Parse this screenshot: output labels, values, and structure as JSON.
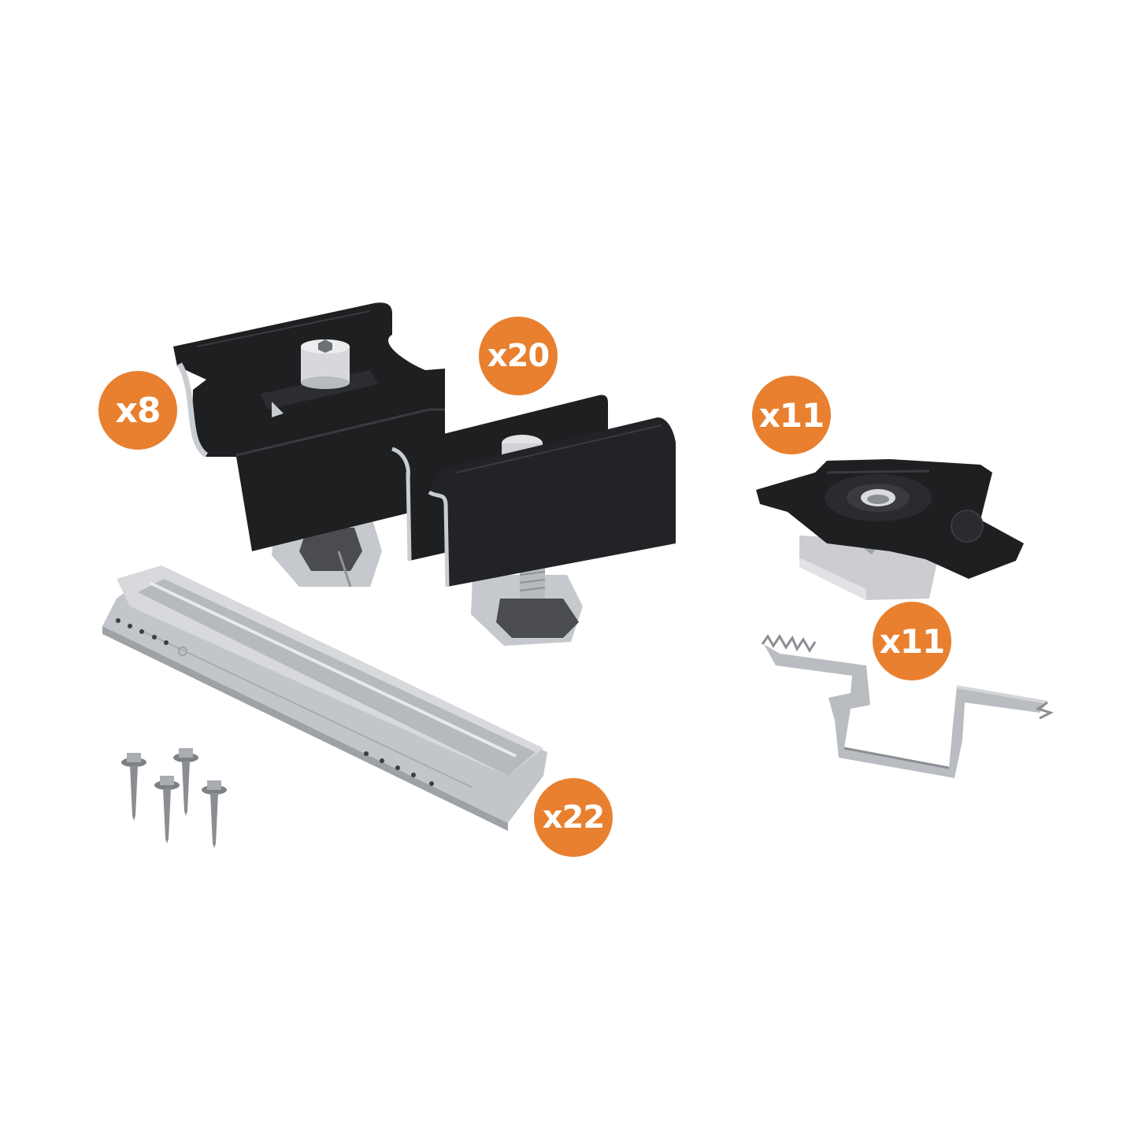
{
  "colors": {
    "badge": "#E8802F",
    "badge_text": "#FFFFFF",
    "clamp_black": "#1E1F21",
    "aluminium": "#C9CCD0",
    "steel": "#9A9DA2",
    "background": "#FFFFFF"
  },
  "items": [
    {
      "id": "end-clamp",
      "icon": "end-clamp-icon",
      "quantity": "x8"
    },
    {
      "id": "mid-clamp",
      "icon": "mid-clamp-icon",
      "quantity": "x20"
    },
    {
      "id": "rail-with-screws",
      "icon": "short-rail-icon",
      "quantity": "x22"
    },
    {
      "id": "clip-plate",
      "icon": "grounding-clip-plate-icon",
      "quantity": "x11"
    },
    {
      "id": "cable-clip",
      "icon": "cable-clip-icon",
      "quantity": "x11"
    }
  ]
}
